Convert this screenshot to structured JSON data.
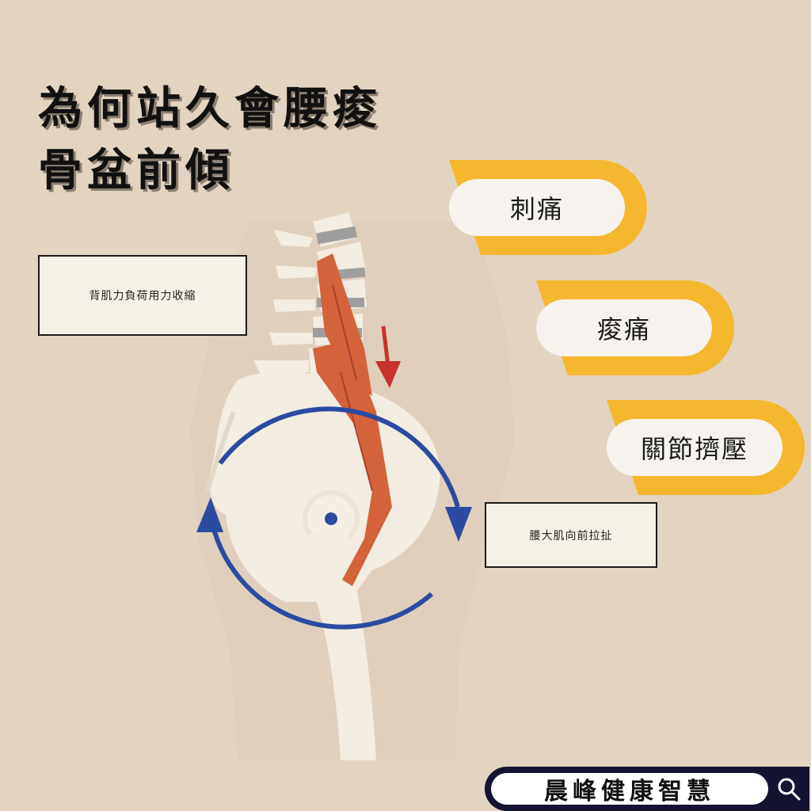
{
  "title": {
    "line1": "為何站久會腰痠",
    "line2": "骨盆前傾"
  },
  "labels": {
    "back_muscle": "背肌力負荷用力收縮",
    "psoas": "腰大肌向前拉扯"
  },
  "symptoms": [
    {
      "label": "刺痛"
    },
    {
      "label": "痠痛"
    },
    {
      "label": "關節擠壓"
    }
  ],
  "brand": {
    "name": "晨峰健康智慧",
    "icon": "search-icon"
  },
  "colors": {
    "background": "#e3d4c2",
    "accent": "#f4b72e",
    "arrow_blue": "#2b4aa0",
    "muscle": "#d4623a",
    "down_arrow": "#c8322a",
    "brand_bar": "#141432"
  }
}
